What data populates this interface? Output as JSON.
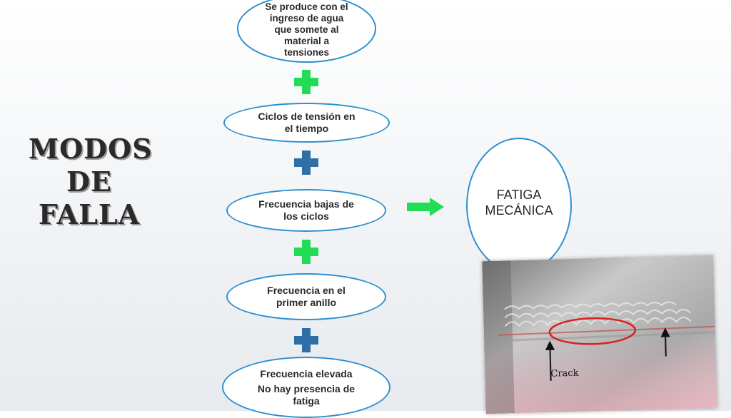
{
  "title": [
    "MODOS",
    "DE",
    "FALLA"
  ],
  "steps": [
    {
      "lines": [
        "Se produce con el",
        "ingreso de agua",
        "que somete al",
        "material a",
        "tensiones"
      ]
    },
    {
      "lines": [
        "Ciclos de tensión en",
        "el tiempo"
      ]
    },
    {
      "lines": [
        "Frecuencia bajas de",
        "los ciclos"
      ]
    },
    {
      "lines": [
        "Frecuencia en el",
        "primer anillo"
      ]
    },
    {
      "line1": "Frecuencia elevada",
      "lines2": [
        "No hay presencia de",
        "fatiga"
      ]
    }
  ],
  "result": [
    "FATIGA",
    "MECÁNICA"
  ],
  "photo": {
    "label": "Crack"
  },
  "colors": {
    "oval_border": "#2f8fcf",
    "plus_green": "#22dc55",
    "plus_blue": "#2d6fa6",
    "arrow_green": "#22dc55",
    "highlight_ellipse": "#d92020"
  }
}
